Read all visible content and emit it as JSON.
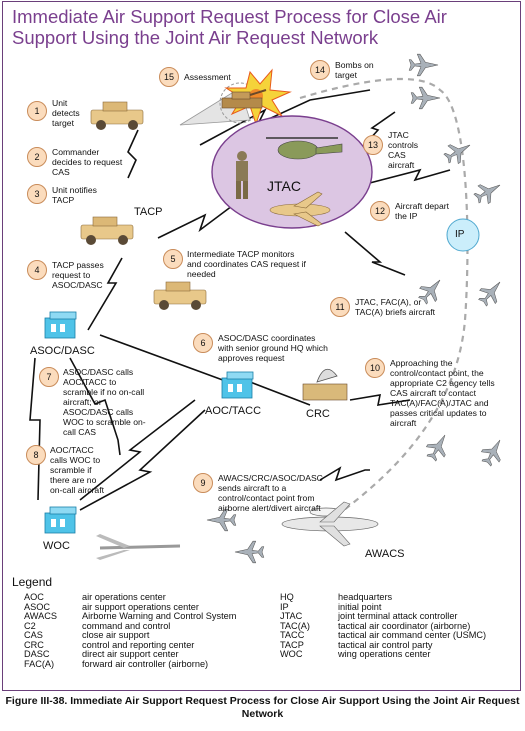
{
  "title": "Immediate Air Support Request Process for Close Air Support Using the Joint Air Request Network",
  "nodes": {
    "tacp": "TACP",
    "jtac": "JTAC",
    "asoc_dasc": "ASOC/DASC",
    "aoc_tacc": "AOC/TACC",
    "crc": "CRC",
    "woc": "WOC",
    "awacs": "AWACS",
    "ip": "IP"
  },
  "steps": [
    {
      "n": "1",
      "text": "Unit detects target"
    },
    {
      "n": "2",
      "text": "Commander decides to request CAS"
    },
    {
      "n": "3",
      "text": "Unit notifies TACP"
    },
    {
      "n": "4",
      "text": "TACP passes request to ASOC/DASC"
    },
    {
      "n": "5",
      "text": "Intermediate TACP monitors and coordinates CAS request if needed"
    },
    {
      "n": "6",
      "text": "ASOC/DASC coordinates with senior ground HQ which approves request"
    },
    {
      "n": "7",
      "text": "ASOC/DASC calls AOC/TACC to scramble if no on-call aircraft; or ASOC/DASC calls WOC to scramble on-call CAS"
    },
    {
      "n": "8",
      "text": "AOC/TACC calls WOC to scramble if there are no on-call aircraft"
    },
    {
      "n": "9",
      "text": "AWACS/CRC/ASOC/DASC sends aircraft to a control/contact point from airborne alert/divert aircraft"
    },
    {
      "n": "10",
      "text": "Approaching the control/contact point, the appropriate C2 agency tells CAS aircraft to contact TAC(A)/FAC(A)/JTAC and passes critical updates to aircraft"
    },
    {
      "n": "11",
      "text": "JTAC, FAC(A), or TAC(A) briefs aircraft"
    },
    {
      "n": "12",
      "text": "Aircraft depart the IP"
    },
    {
      "n": "13",
      "text": "JTAC controls CAS aircraft"
    },
    {
      "n": "14",
      "text": "Bombs on target"
    },
    {
      "n": "15",
      "text": "Assessment"
    }
  ],
  "legend_title": "Legend",
  "legend": [
    {
      "abbr": "AOC",
      "meaning": "air operations center"
    },
    {
      "abbr": "ASOC",
      "meaning": "air support operations center"
    },
    {
      "abbr": "AWACS",
      "meaning": "Airborne Warning and Control System"
    },
    {
      "abbr": "C2",
      "meaning": "command and control"
    },
    {
      "abbr": "CAS",
      "meaning": "close air support"
    },
    {
      "abbr": "CRC",
      "meaning": "control and reporting center"
    },
    {
      "abbr": "DASC",
      "meaning": "direct air support center"
    },
    {
      "abbr": "FAC(A)",
      "meaning": "forward air controller (airborne)"
    },
    {
      "abbr": "HQ",
      "meaning": "headquarters"
    },
    {
      "abbr": "IP",
      "meaning": "initial point"
    },
    {
      "abbr": "JTAC",
      "meaning": "joint terminal attack controller"
    },
    {
      "abbr": "TAC(A)",
      "meaning": "tactical air coordinator (airborne)"
    },
    {
      "abbr": "TACC",
      "meaning": "tactical air command center (USMC)"
    },
    {
      "abbr": "TACP",
      "meaning": "tactical air control party"
    },
    {
      "abbr": "WOC",
      "meaning": "wing operations center"
    }
  ],
  "caption": "Figure III-38. Immediate Air Support Request Process for Close Air Support Using the Joint Air Request Network",
  "colors": {
    "title": "#7a3f8e",
    "step_circle": "#fbdcbd",
    "building": "#4fc3e8",
    "jtac_ellipse": "#dcc6e3",
    "vehicle": "#e8c88a",
    "aircraft": "#aab2ba"
  },
  "icons": [
    "humvee-icon",
    "tank-icon",
    "explosion-icon",
    "helicopter-icon",
    "soldier-icon",
    "building-icon",
    "radar-icon",
    "awacs-icon",
    "fighter-jet-icon",
    "uav-icon"
  ]
}
